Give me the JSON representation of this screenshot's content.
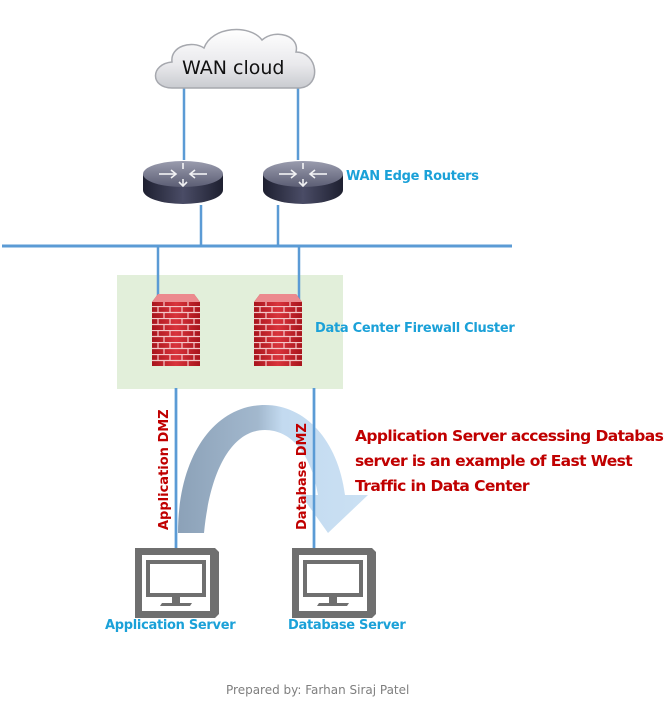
{
  "diagram": {
    "title": "East West Traffic in Data Center",
    "nodes": {
      "wan_cloud": {
        "label": "WAN cloud",
        "icon": "cloud-icon"
      },
      "wan_edge_routers": {
        "label": "WAN Edge Routers",
        "count": 2,
        "icon": "router-icon"
      },
      "firewall_cluster": {
        "label": "Data Center Firewall Cluster",
        "count": 2,
        "icon": "firewall-icon"
      },
      "application_server": {
        "label": "Application Server",
        "icon": "server-monitor-icon"
      },
      "database_server": {
        "label": "Database Server",
        "icon": "server-monitor-icon"
      }
    },
    "zones": {
      "application_dmz": "Application DMZ",
      "database_dmz": "Database DMZ"
    },
    "flow": {
      "from": "Application Server",
      "to": "Database Server",
      "description": "Application Server accessing Database server is an example of East West Traffic in Data Center",
      "description_lines": [
        "Application Server accessing Database",
        "server is an example of East West",
        "Traffic in Data Center"
      ]
    },
    "colors": {
      "link": "#5b9bd5",
      "label_blue": "#1ba1d8",
      "note_red": "#c00000",
      "firewall_zone": "#e2efda",
      "flow_arrow_dark": "#8ea5bd",
      "flow_arrow_light": "#bdd7ee"
    }
  },
  "footer": {
    "credit": "Prepared by: Farhan Siraj Patel"
  }
}
